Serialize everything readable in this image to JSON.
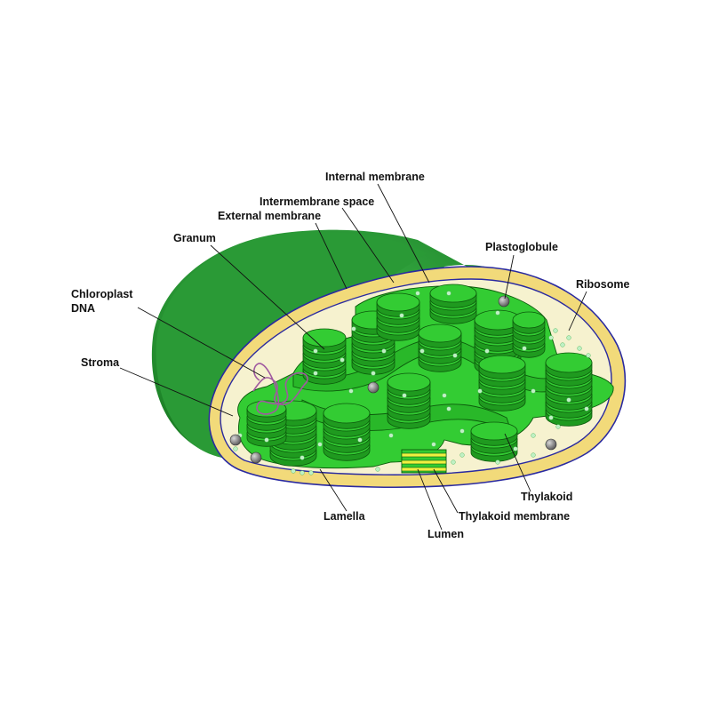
{
  "diagram": {
    "labels": {
      "internal_membrane": "Internal membrane",
      "intermembrane_space": "Intermembrane space",
      "external_membrane": "External membrane",
      "granum": "Granum",
      "chloroplast_dna_line1": "Chloroplast",
      "chloroplast_dna_line2": "DNA",
      "stroma": "Stroma",
      "plastoglobule": "Plastoglobule",
      "ribosome": "Ribosome",
      "thylakoid": "Thylakoid",
      "thylakoid_membrane": "Thylakoid membrane",
      "lumen": "Lumen",
      "lamella": "Lamella"
    },
    "colors": {
      "outer_body": "#2e9e3a",
      "outer_body_dark": "#1a7a24",
      "membrane_yellow": "#f2da7a",
      "stroma_fill": "#f6f2cf",
      "membrane_line": "#2a2aa0",
      "thylakoid_green": "#33cc33",
      "thylakoid_dark": "#1f9a1f",
      "ribosome": "#bff0c4",
      "plastoglobule": "#808080",
      "lumen_yellow": "#f0f040",
      "dna": "#a05aa0"
    }
  }
}
